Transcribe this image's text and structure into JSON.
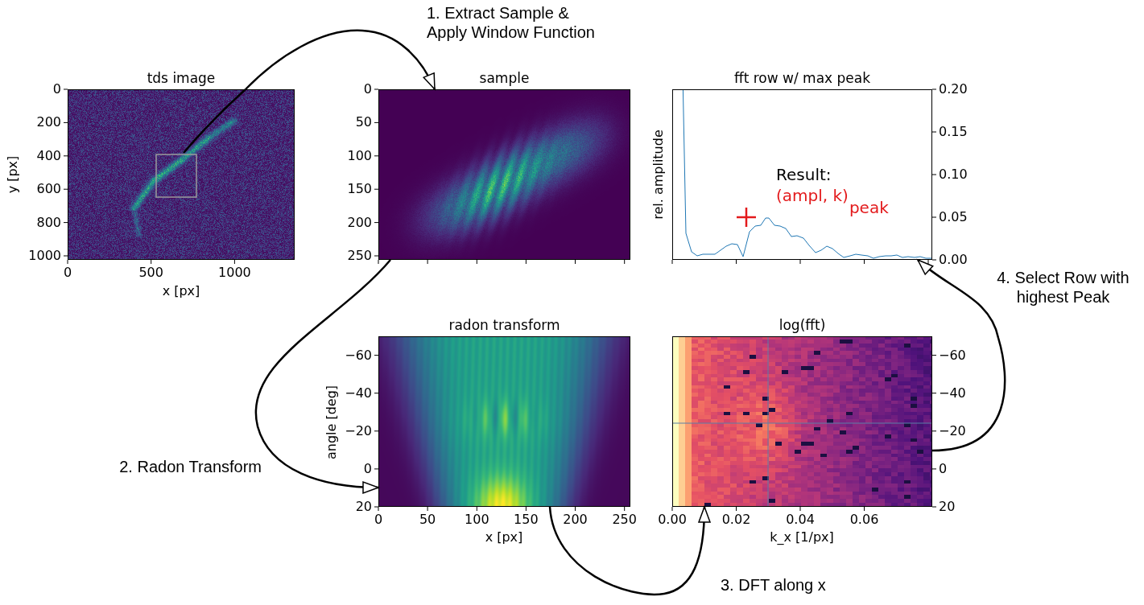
{
  "diagram": {
    "nodes": [
      {
        "text": [
          "tds image"
        ]
      },
      {
        "text": [
          "sample"
        ]
      },
      {
        "text": [
          "fft row w/ max peak"
        ]
      },
      {
        "text": [
          "radon transform"
        ]
      },
      {
        "text": [
          "log(fft)"
        ]
      }
    ],
    "edges": [
      {
        "from": 0,
        "to": 1,
        "arrow": "to",
        "label": "1. Extract Sample & Apply Window Function"
      },
      {
        "from": 1,
        "to": 3,
        "arrow": "to",
        "label": "2. Radon Transform"
      },
      {
        "from": 3,
        "to": 4,
        "arrow": "to",
        "label": "3. DFT along x"
      },
      {
        "from": 4,
        "to": 2,
        "arrow": "to",
        "label": "4. Select Row with highest Peak"
      }
    ],
    "labels": [
      "0",
      "200",
      "400",
      "600",
      "800",
      "1000",
      "0",
      "500",
      "1000",
      "x [px]",
      "y [px]",
      "0",
      "50",
      "100",
      "150",
      "200",
      "250",
      "0.20",
      "0.15",
      "0.10",
      "0.05",
      "0.00",
      "rel. amplitude",
      "Result:",
      "(ampl, k)",
      "peak",
      "−60",
      "−40",
      "−20",
      "0",
      "20",
      "0",
      "50",
      "100",
      "150",
      "200",
      "250",
      "x [px]",
      "angle [deg]",
      "0.00",
      "0.02",
      "0.04",
      "0.06",
      "k_x [1/px]",
      "−60",
      "−40",
      "−20",
      "0",
      "20"
    ]
  }
}
